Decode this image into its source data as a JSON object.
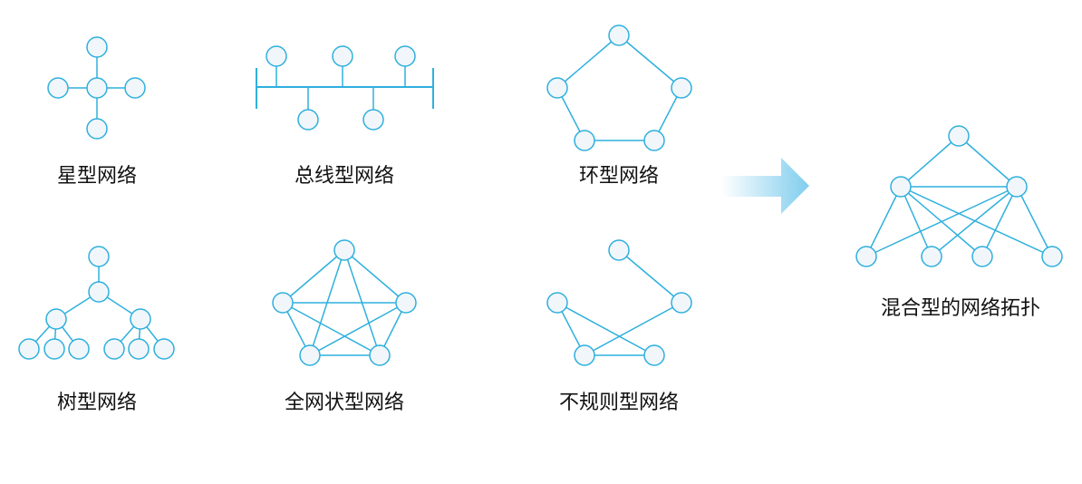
{
  "colors": {
    "stroke": "#2fb0dd",
    "node_fill": "#f1f6fa",
    "arrow": "#7fcdee",
    "text": "#111111"
  },
  "labels": {
    "star": "星型网络",
    "bus": "总线型网络",
    "ring": "环型网络",
    "tree": "树型网络",
    "mesh": "全网状型网络",
    "irregular": "不规则型网络",
    "hybrid": "混合型的网络拓扑"
  }
}
